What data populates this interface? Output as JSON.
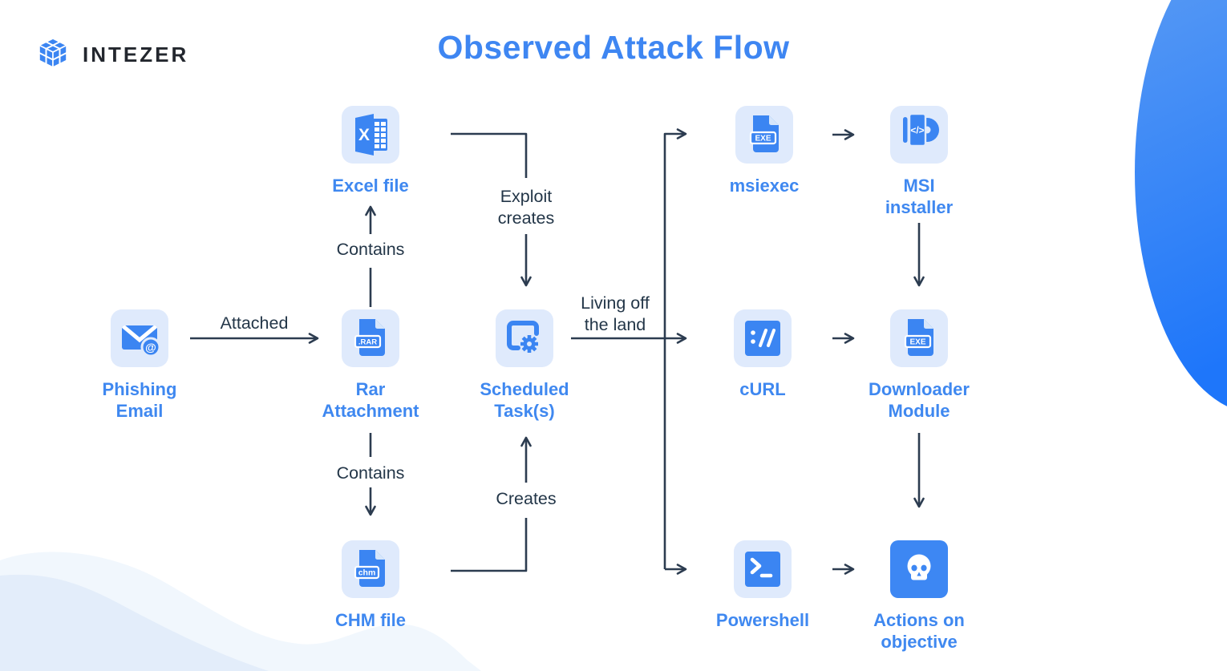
{
  "page": {
    "title": "Observed Attack Flow"
  },
  "logo": {
    "brand": "INTEZER",
    "icon": "cube-logo-icon"
  },
  "nodes": {
    "phishing_email": {
      "label": "Phishing Email",
      "icon": "email-at-icon"
    },
    "rar_attachment": {
      "label": "Rar Attachment",
      "icon": "rar-file-icon",
      "badge": ".RAR"
    },
    "excel_file": {
      "label": "Excel file",
      "icon": "excel-file-icon"
    },
    "chm_file": {
      "label": "CHM file",
      "icon": "chm-file-icon",
      "badge": "chm"
    },
    "scheduled_tasks": {
      "label": "Scheduled Task(s)",
      "icon": "scheduled-task-icon"
    },
    "msiexec": {
      "label": "msiexec",
      "icon": "exe-file-icon",
      "badge": "EXE"
    },
    "msi_installer": {
      "label": "MSI installer",
      "icon": "msi-disc-icon",
      "glyph": "</>"
    },
    "curl": {
      "label": "cURL",
      "icon": "curl-icon"
    },
    "downloader_module": {
      "label": "Downloader Module",
      "icon": "exe-file-icon",
      "badge": "EXE"
    },
    "powershell": {
      "label": "Powershell",
      "icon": "terminal-icon"
    },
    "actions_on_objective": {
      "label": "Actions on objective",
      "icon": "skull-icon"
    }
  },
  "edges": {
    "attached": {
      "label": "Attached"
    },
    "contains_top": {
      "label": "Contains"
    },
    "contains_bottom": {
      "label": "Contains"
    },
    "exploit_creates": {
      "label": "Exploit creates"
    },
    "creates": {
      "label": "Creates"
    },
    "living_off_the_land": {
      "label": "Living off the land"
    }
  },
  "colors": {
    "title_blue": "#3e86f2",
    "label_blue": "#3f88f0",
    "icon_blue": "#3b85f2",
    "tile_bg": "#dfeafc",
    "line_dark": "#2c3c50",
    "edge_text": "#233648",
    "solid_tile_blue": "#3d87f3",
    "blob_gradient": [
      "#5598f4",
      "#1e76fa"
    ],
    "wave_light": "#f1f7fd",
    "wave_dark": "#e3edfa"
  }
}
